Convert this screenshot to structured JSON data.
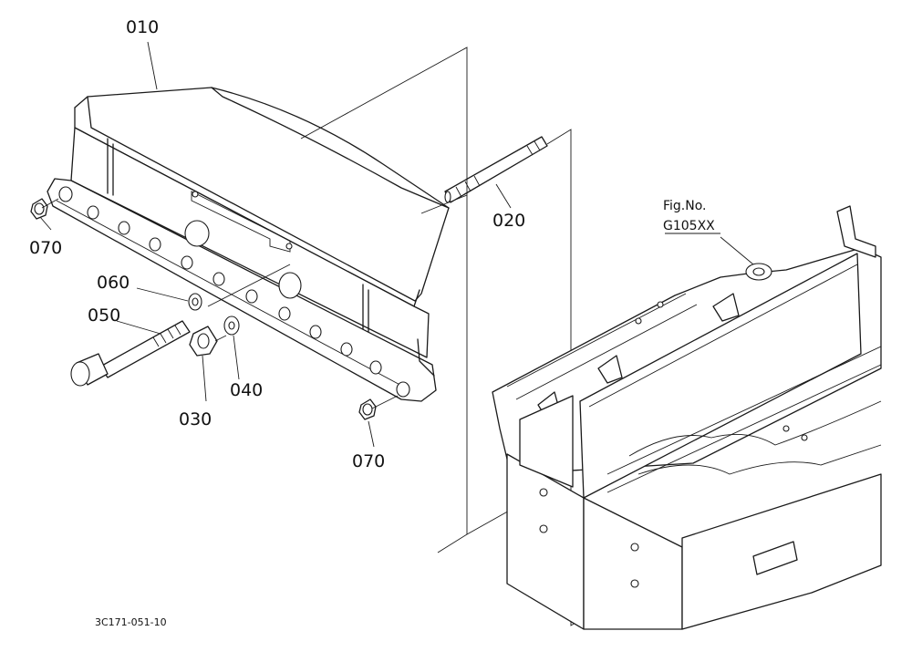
{
  "parts": [
    {
      "id": "p010",
      "label": "010"
    },
    {
      "id": "p020",
      "label": "020"
    },
    {
      "id": "p030",
      "label": "030"
    },
    {
      "id": "p040",
      "label": "040"
    },
    {
      "id": "p050",
      "label": "050"
    },
    {
      "id": "p060",
      "label": "060"
    },
    {
      "id": "p070a",
      "label": "070"
    },
    {
      "id": "p070b",
      "label": "070"
    }
  ],
  "figure_ref": {
    "line1": "Fig.No.",
    "line2": "G105XX"
  },
  "drawing_code": "3C171-051-10"
}
